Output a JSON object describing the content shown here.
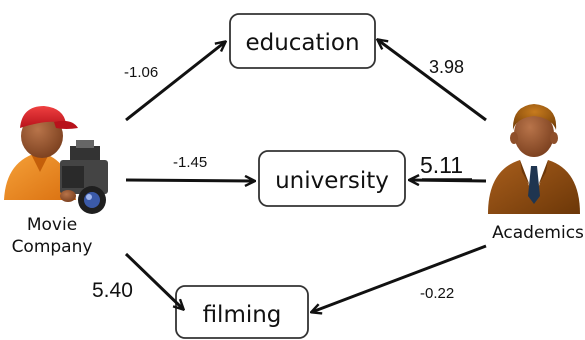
{
  "actors": {
    "left": {
      "label_line1": "Movie",
      "label_line2": "Company",
      "icon": "cameraman-icon"
    },
    "right": {
      "label": "Academics",
      "icon": "businessman-icon"
    }
  },
  "nodes": {
    "education": "education",
    "university": "university",
    "filming": "filming"
  },
  "weights": {
    "movie_education": "-1.06",
    "movie_university": "-1.45",
    "movie_filming": "5.40",
    "academics_education": "3.98",
    "academics_university": "5.11",
    "academics_filming": "-0.22"
  },
  "colors": {
    "box_stroke": "#333333",
    "arrow": "#111111",
    "cap_red": "#d8202a",
    "shirt_orange": "#f08a1e",
    "suit_brown": "#8a4a12",
    "skin": "#8e4f2a"
  }
}
